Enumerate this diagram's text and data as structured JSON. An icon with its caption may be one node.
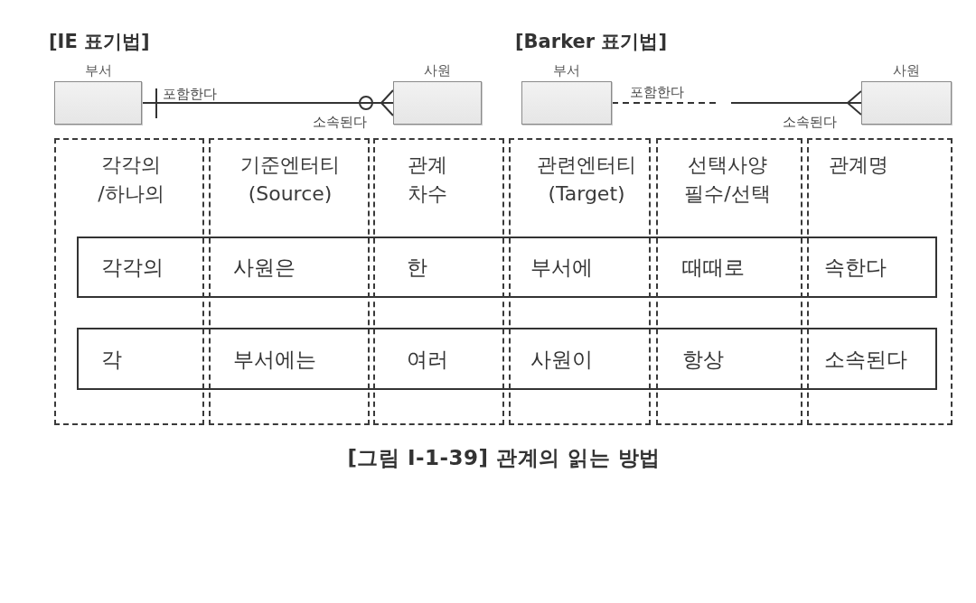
{
  "diagram": {
    "caption": "[그림 Ⅰ-1-39] 관계의 읽는 방법",
    "nodes": [
      {
        "text": [
          "부서"
        ]
      },
      {
        "text": [
          "사원"
        ]
      },
      {
        "text": [
          "부서"
        ]
      },
      {
        "text": [
          "사원"
        ]
      },
      {
        "text": [
          "각각의 /하나의",
          "각각의",
          "각"
        ]
      },
      {
        "text": [
          "기준엔터티 (Source)",
          "사원은",
          "부서에는"
        ]
      },
      {
        "text": [
          "관계 차수",
          "한",
          "여러"
        ]
      },
      {
        "text": [
          "관련엔터티 (Target)",
          "부서에",
          "사원이"
        ]
      },
      {
        "text": [
          "선택사양 필수/선택",
          "때때로",
          "항상"
        ]
      },
      {
        "text": [
          "관계명",
          "속한다",
          "소속된다"
        ]
      },
      {
        "text": [],
        "shape": "box"
      },
      {
        "text": [],
        "shape": "box"
      }
    ],
    "edges": [
      {
        "from": 0,
        "to": 1,
        "arrow": "other"
      },
      {
        "from": 2,
        "to": 3,
        "arrow": "other",
        "style": "dashed"
      }
    ],
    "labels": [
      "[IE 표기법]",
      "[Barker 표기법]",
      "포함한다",
      "소속된다",
      "포함한다",
      "소속된다"
    ]
  }
}
